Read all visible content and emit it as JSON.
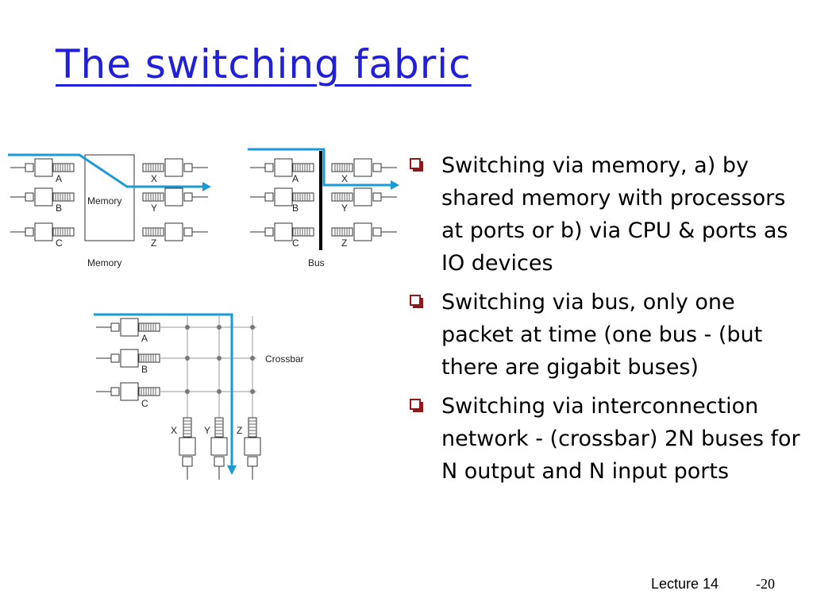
{
  "title": "The switching fabric",
  "bullets": [
    "Switching via memory, a) by shared memory with processors at ports or b) via CPU & ports as IO devices",
    "Switching via bus, only one packet at time (one bus - (but there are gigabit buses)",
    "Switching via interconnection network - (crossbar) 2N buses for N output and N input ports"
  ],
  "diagrams": {
    "memory": {
      "inputs": [
        "A",
        "B",
        "C"
      ],
      "outputs": [
        "X",
        "Y",
        "Z"
      ],
      "box_label": "Memory",
      "caption": "Memory"
    },
    "bus": {
      "inputs": [
        "A",
        "B",
        "C"
      ],
      "outputs": [
        "X",
        "Y",
        "Z"
      ],
      "caption": "Bus"
    },
    "crossbar": {
      "inputs": [
        "A",
        "B",
        "C"
      ],
      "outputs": [
        "X",
        "Y",
        "Z"
      ],
      "caption": "Crossbar"
    }
  },
  "colors": {
    "title": "#1f1fdc",
    "path": "#1a9ad6",
    "bullet": "#8b1a1a"
  },
  "footer": {
    "lecture": "Lecture 14",
    "page": "-20"
  }
}
